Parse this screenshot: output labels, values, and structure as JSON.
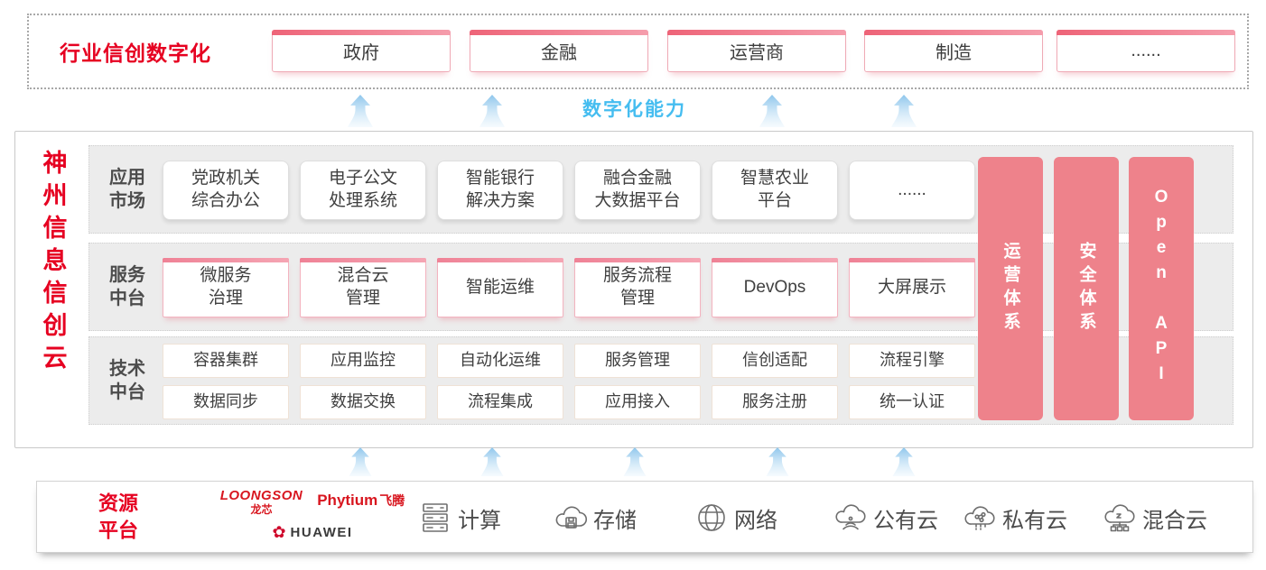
{
  "colors": {
    "accent_red": "#e60021",
    "pink_pillar": "#ee828b",
    "blue_label": "#45bdf0",
    "arrow_blue": "#8ec6ec"
  },
  "top_banner": {
    "title": "行业信创数字化",
    "industries": [
      "政府",
      "金融",
      "运营商",
      "制造",
      "......"
    ]
  },
  "capability_label": "数字化能力",
  "platform": {
    "side_title": "神州信息信创云",
    "rows": [
      {
        "label": "应用\n市场",
        "items": [
          "党政机关\n综合办公",
          "电子公文\n处理系统",
          "智能银行\n解决方案",
          "融合金融\n大数据平台",
          "智慧农业\n平台",
          "......"
        ]
      },
      {
        "label": "服务\n中台",
        "items": [
          "微服务\n治理",
          "混合云\n管理",
          "智能运维",
          "服务流程\n管理",
          "DevOps",
          "大屏展示"
        ]
      },
      {
        "label": "技术\n中台",
        "sub_rows": [
          [
            "容器集群",
            "应用监控",
            "自动化运维",
            "服务管理",
            "信创适配",
            "流程引擎"
          ],
          [
            "数据同步",
            "数据交换",
            "流程集成",
            "应用接入",
            "服务注册",
            "统一认证"
          ]
        ]
      }
    ],
    "pillars": [
      "运营体系",
      "安全体系",
      "Open API"
    ]
  },
  "resources": {
    "label": "资源\n平台",
    "vendors": {
      "loongson_en": "LOONGSON",
      "loongson_cn": "龙芯",
      "phytium_en": "Phytium",
      "phytium_cn": "飞腾",
      "huawei": "HUAWEI"
    },
    "items": [
      {
        "icon": "server-icon",
        "label": "计算"
      },
      {
        "icon": "storage-cloud-icon",
        "label": "存储"
      },
      {
        "icon": "network-globe-icon",
        "label": "网络"
      },
      {
        "icon": "public-cloud-icon",
        "label": "公有云"
      },
      {
        "icon": "private-cloud-icon",
        "label": "私有云"
      },
      {
        "icon": "hybrid-cloud-icon",
        "label": "混合云"
      }
    ]
  }
}
